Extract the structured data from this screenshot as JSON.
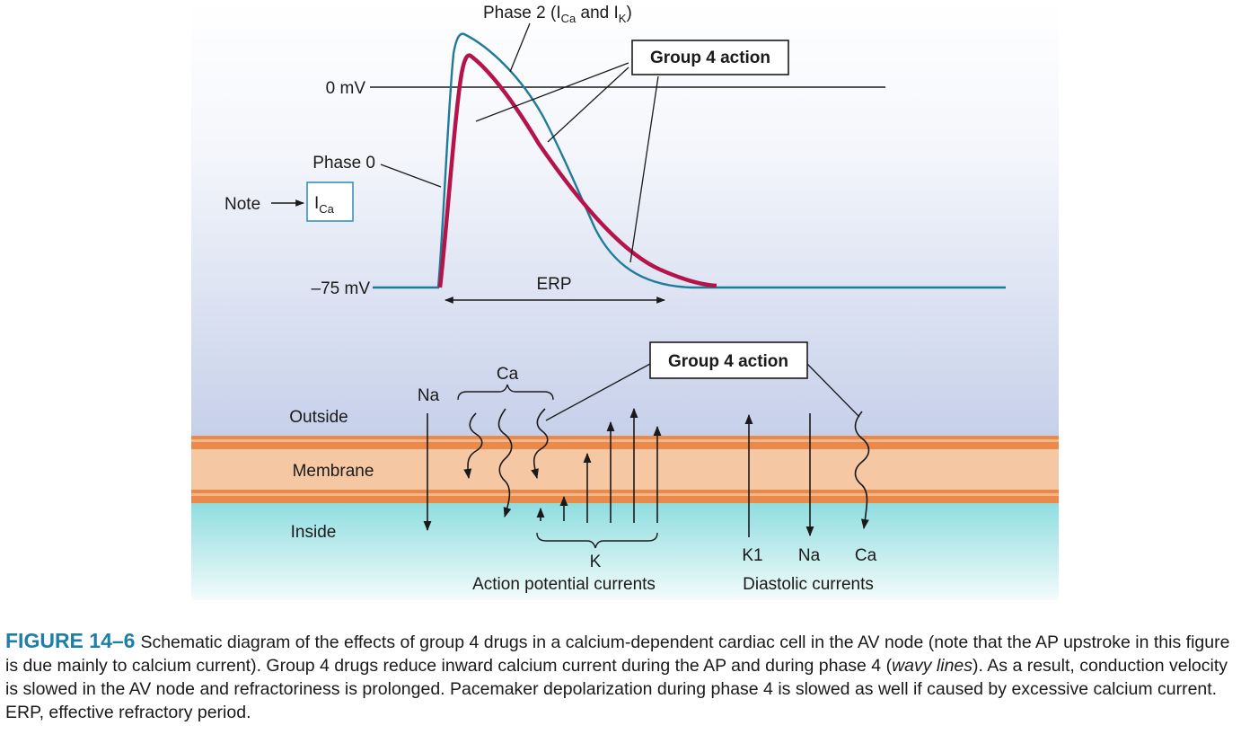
{
  "diagram": {
    "phase2_prefix": "Phase 2 (I",
    "phase2_sub1": "Ca",
    "phase2_mid": " and I",
    "phase2_sub2": "K",
    "phase2_suffix": ")",
    "group4_top": "Group 4 action",
    "zero_mv": "0 mV",
    "phase0": "Phase 0",
    "note": "Note",
    "ica_main": "I",
    "ica_sub": "Ca",
    "rest_mv": "–75 mV",
    "erp": "ERP",
    "group4_bottom": "Group 4 action",
    "ca_top": "Ca",
    "na_left": "Na",
    "outside": "Outside",
    "membrane": "Membrane",
    "inside": "Inside",
    "k_label": "K",
    "ap_currents": "Action potential currents",
    "k1": "K1",
    "na_right": "Na",
    "ca_right": "Ca",
    "diastolic_currents": "Diastolic currents"
  },
  "colors": {
    "control_trace": "#1f7b9a",
    "drug_trace": "#b5144a",
    "membrane_band": "#f2b98d",
    "membrane_edge": "#e07a30",
    "inside_fill": "#8fdde0",
    "outside_fill": "#c9d2ea",
    "ica_box": "#3a8fc0",
    "figure_label": "#1b7fa8"
  },
  "caption": {
    "label": "FIGURE 14–6",
    "text1": "Schematic diagram of the effects of group 4 drugs in a calcium-dependent cardiac cell in the AV node (note that the AP upstroke in this figure is due mainly to calcium current). Group 4 drugs reduce inward calcium current during the AP and during phase 4 (",
    "italic": "wavy lines",
    "text2": "). As a result, conduction velocity is slowed in the AV node and refractoriness is prolonged. Pacemaker depolarization during phase 4 is slowed as well if caused by excessive calcium current. ERP, effective refractory period."
  }
}
